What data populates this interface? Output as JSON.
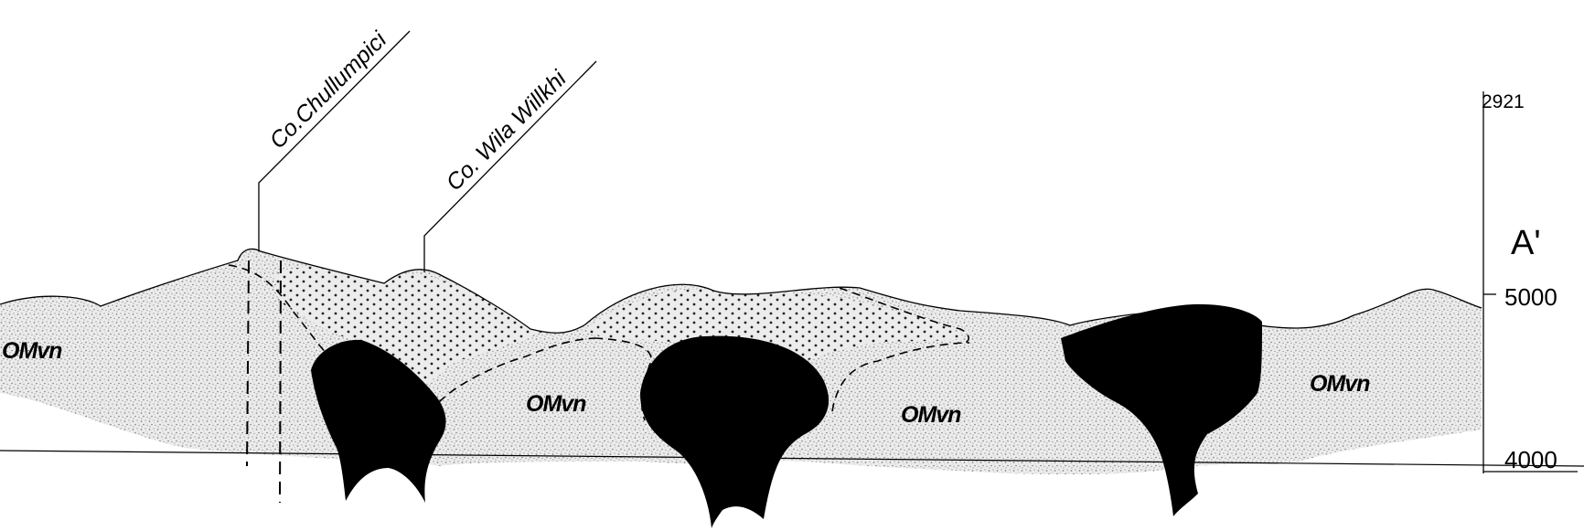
{
  "peaks": [
    {
      "label": "Co.Chullumpici"
    },
    {
      "label": "Co. Wila Willkhi"
    }
  ],
  "units": [
    "OMvn",
    "OMvn",
    "OMvn",
    "OMvn"
  ],
  "section_end_label": "A'",
  "scale": {
    "top_label": "2921",
    "elev_5000": "5000",
    "elev_4000": "4000"
  },
  "colors": {
    "stipple": "#b8b8b8",
    "intrusive_body": "#000000",
    "line": "#000000"
  },
  "legend_symbols": [
    "stipple-volcanic-unit",
    "dotted-unit",
    "black-intrusive-body",
    "dashed-contact",
    "fault-line"
  ]
}
